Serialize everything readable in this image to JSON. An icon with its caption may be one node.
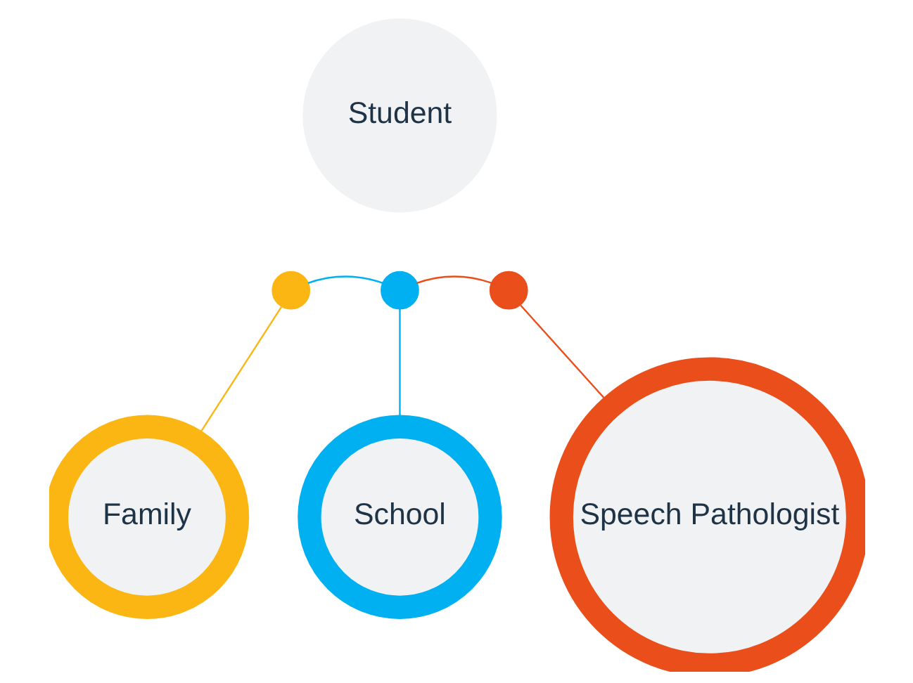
{
  "diagram": {
    "nodes": [
      {
        "text": [
          "Student"
        ]
      },
      {
        "text": [],
        "shape": "circle"
      },
      {
        "text": [],
        "shape": "circle"
      },
      {
        "text": [],
        "shape": "circle"
      },
      {
        "text": [
          "Family"
        ]
      },
      {
        "text": [
          "School"
        ]
      },
      {
        "text": [
          "Speech Pathologist"
        ]
      }
    ],
    "edges": [
      {
        "from": 1,
        "to": 2,
        "arrow": "none",
        "color": "#00b0f0"
      },
      {
        "from": 2,
        "to": 3,
        "arrow": "none",
        "color": "#e94e1b"
      },
      {
        "from": 4,
        "to": 1,
        "arrow": "none",
        "color": "#fbb614"
      },
      {
        "from": 5,
        "to": 2,
        "arrow": "none",
        "color": "#00b0f0"
      },
      {
        "from": 6,
        "to": 3,
        "arrow": "none",
        "color": "#e94e1b"
      }
    ]
  }
}
